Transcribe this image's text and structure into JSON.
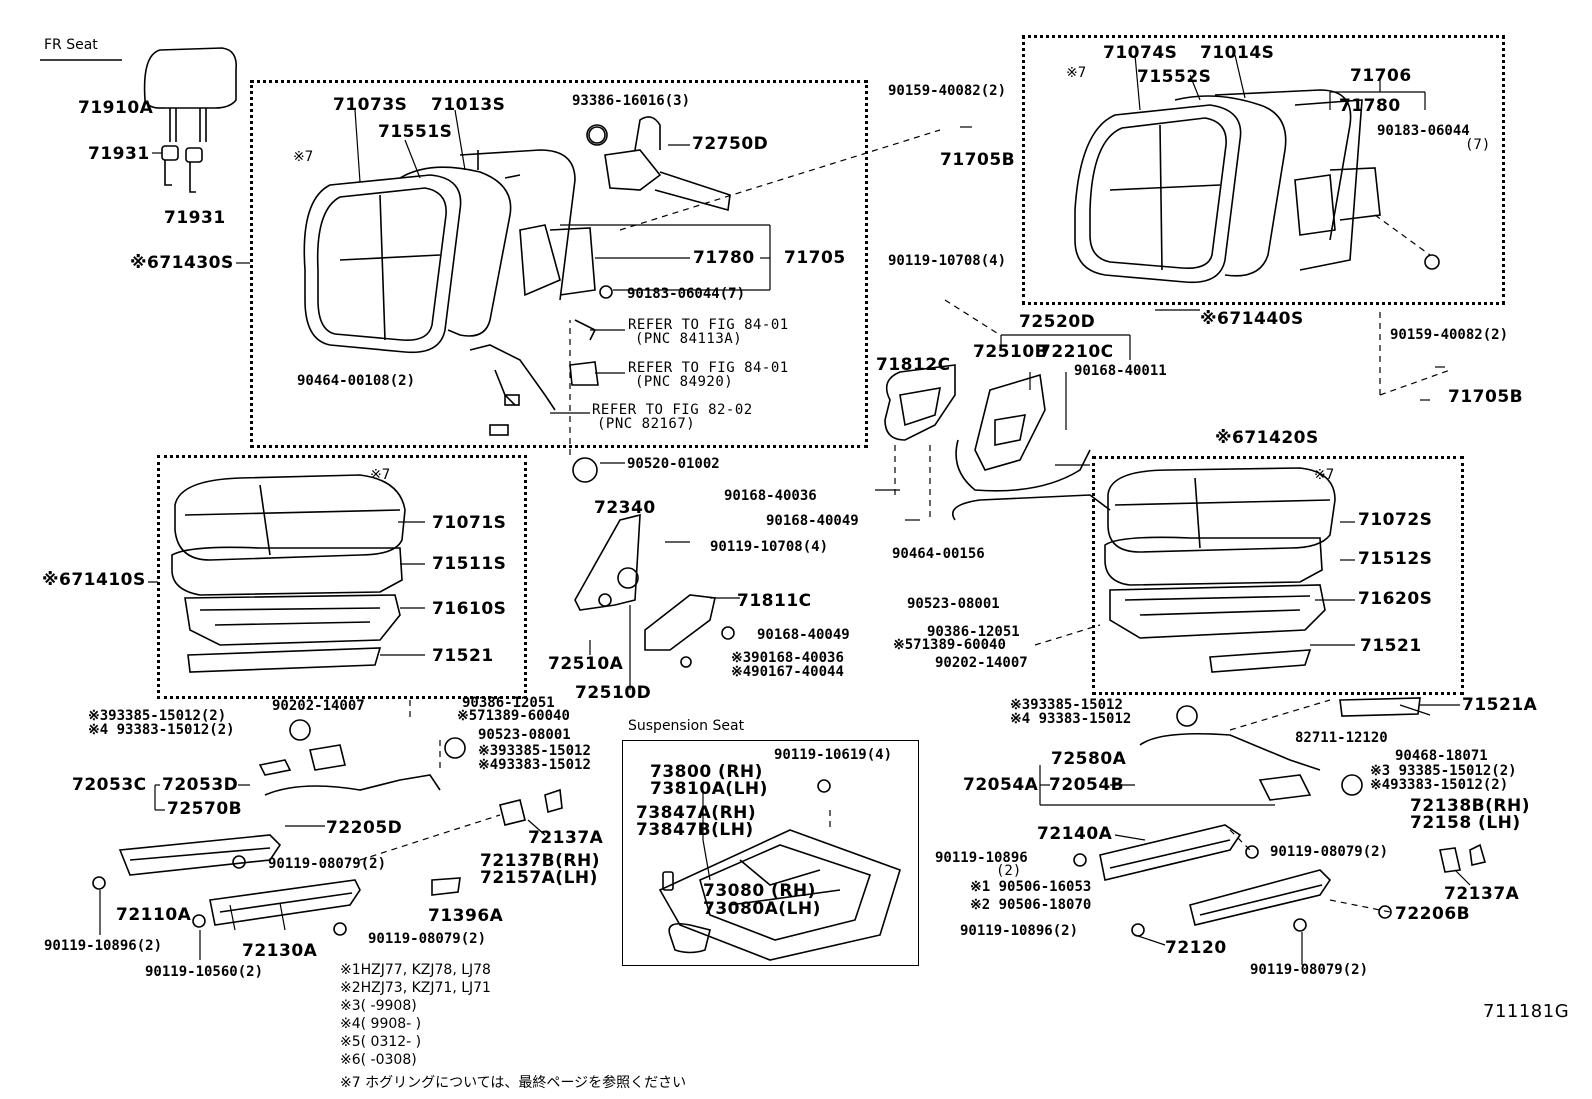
{
  "header": {
    "title": "FR  Seat"
  },
  "figure_id": "711181G",
  "suspension_title": "Suspension  Seat",
  "labels": {
    "l71910A": "71910A",
    "l71931a": "71931",
    "l71931b": "71931",
    "l71430S": "※671430S",
    "l71073S": "71073S",
    "l71013S": "71013S",
    "l71551S": "71551S",
    "k7a": "※7",
    "l93386": "93386-16016(3)",
    "l72750D": "72750D",
    "l71780a": "71780",
    "l71705": "71705",
    "l90183a": "90183-06044(7)",
    "ref1": "REFER TO FIG 84-01",
    "ref1p": "(PNC 84113A)",
    "ref2": "REFER TO FIG 84-01",
    "ref2p": "(PNC 84920)",
    "ref3": "REFER TO FIG 82-02",
    "ref3p": "(PNC 82167)",
    "l90464a": "90464-00108(2)",
    "l90520": "90520-01002",
    "l72340": "72340",
    "l90159a": "90159-40082(2)",
    "l71705Ba": "71705B",
    "l90119a": "90119-10708(4)",
    "l72520D": "72520D",
    "l71812C": "71812C",
    "l72510B": "72510B",
    "l72210C": "72210C",
    "l90168a": "90168-40011",
    "l90168b": "90168-40036",
    "l90168c": "90168-40049",
    "l90464b": "90464-00156",
    "l90119b": "90119-10708(4)",
    "l72510A": "72510A",
    "l72510D": "72510D",
    "l71811C": "71811C",
    "l90168d": "90168-40049",
    "l90168e": "※390168-40036",
    "l90167": "※490167-40044",
    "l71074S": "71074S",
    "l71014S": "71014S",
    "k7b": "※7",
    "l71552S": "71552S",
    "l71706": "71706",
    "l71780b": "71780",
    "l90183b": "90183-06044",
    "l90183bq": "(7)",
    "l71440S": "※671440S",
    "l90159b": "90159-40082(2)",
    "l71705Bb": "71705B",
    "l71420S": "※671420S",
    "k7c": "※7",
    "l71072S": "71072S",
    "l71512S": "71512S",
    "l71620S": "71620S",
    "l71521b": "71521",
    "l90523b": "90523-08001",
    "l90386b": "90386-12051",
    "l71389b": "※571389-60040",
    "l90202b": "90202-14007",
    "l71521A": "71521A",
    "l90468": "90468-18071",
    "l93385r": "※393385-15012",
    "l93383r": "※4 93383-15012",
    "l82711": "82711-12120",
    "l72580A": "72580A",
    "l72054A": "72054A",
    "l72054B": "72054B",
    "l93385rr": "※3 93385-15012(2)",
    "l93383rr": "※493383-15012(2)",
    "l72138B": "72138B(RH)",
    "l72158": "72158  (LH)",
    "l72137Ab": "72137A",
    "l72140A": "72140A",
    "l90119c": "90119-10896",
    "l90119cq": "(2)",
    "l90119d": "90119-08079(2)",
    "l90506a": "※1 90506-16053",
    "l90506b": "※2 90506-18070",
    "l72206B": "72206B",
    "l90119e": "90119-10896(2)",
    "l72120": "72120",
    "l90119f": "90119-08079(2)",
    "k7d": "※7",
    "l71071S": "71071S",
    "l71410S": "※671410S",
    "l71511S": "71511S",
    "l71610S": "71610S",
    "l71521a": "71521",
    "l90202a": "90202-14007",
    "l90386a": "90386-12051",
    "l71389a": "※571389-60040",
    "l90523a": "90523-08001",
    "l93385a": "※393385-15012(2)",
    "l93383a": "※4 93383-15012(2)",
    "l93385b": "※393385-15012",
    "l93383b": "※493383-15012",
    "l72053C": "72053C",
    "l72053D": "72053D",
    "l72570B": "72570B",
    "l72205D": "72205D",
    "l72137Aa": "72137A",
    "l72137B": "72137B(RH)",
    "l72157A": "72157A(LH)",
    "l90119g": "90119-08079(2)",
    "l72110A": "72110A",
    "l90119h": "90119-10896(2)",
    "l90119i": "90119-10560(2)",
    "l72130A": "72130A",
    "l71396A": "71396A",
    "l90119j": "90119-08079(2)",
    "l90119k": "90119-10619(4)",
    "l73800": "73800  (RH)",
    "l73810A": "73810A(LH)",
    "l73847A": "73847A(RH)",
    "l73847B": "73847B(LH)",
    "l73080": "73080  (RH)",
    "l73080A": "73080A(LH)"
  },
  "notes": [
    "※1HZJ77, KZJ78, LJ78",
    "※2HZJ73, KZJ71, LJ71",
    "※3(       -9908)",
    "※4( 9908-        )",
    "※5( 0312-        )",
    "※6(         -0308)",
    "※7 ホグリングについては、最終ページを参照ください"
  ]
}
